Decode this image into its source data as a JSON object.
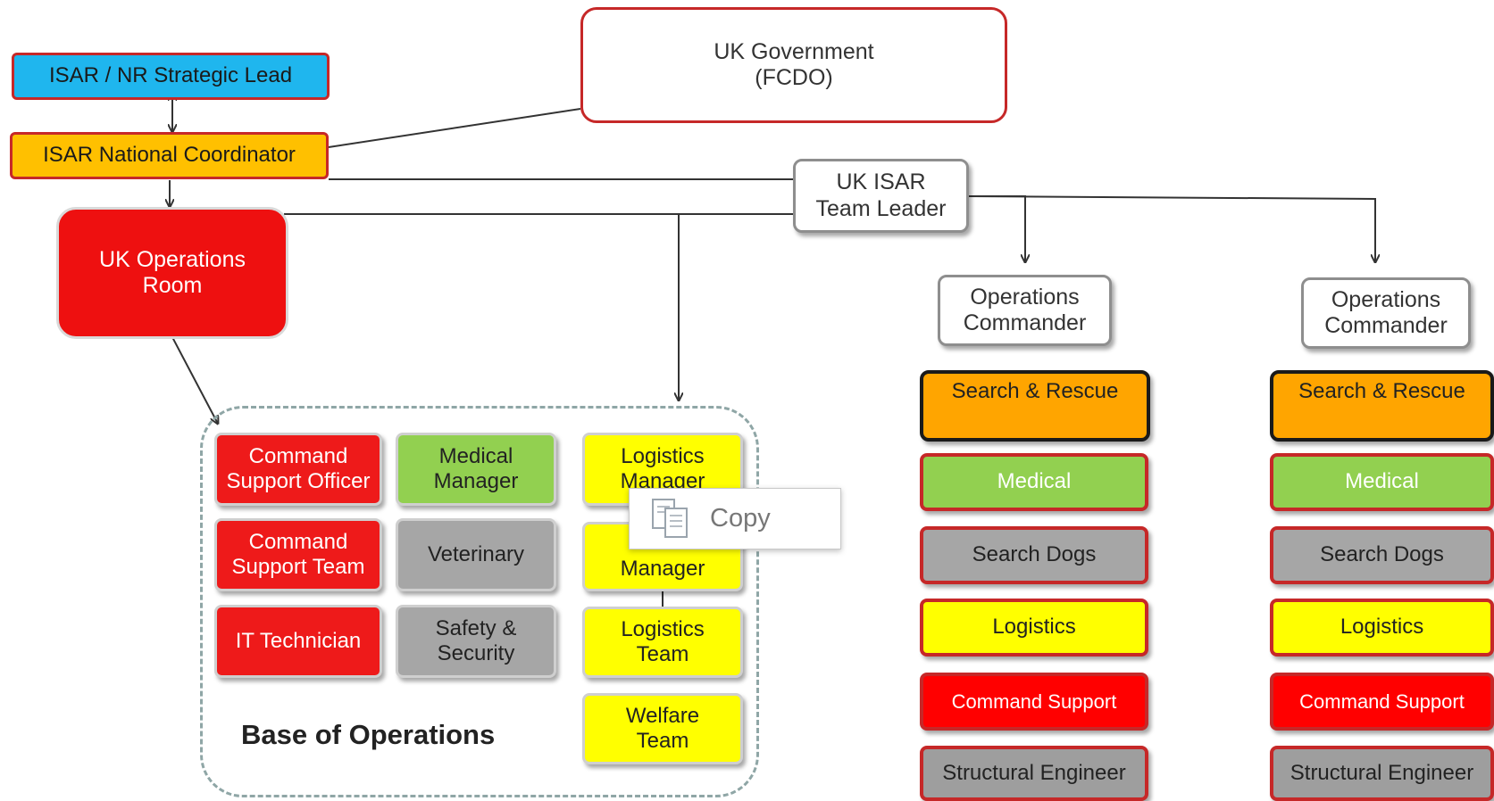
{
  "diagram": {
    "strategic_lead": "ISAR / NR Strategic Lead",
    "national_coordinator": "ISAR National Coordinator",
    "uk_government": "UK Government\n(FCDO)",
    "uk_ops_room": "UK Operations\nRoom",
    "team_leader": "UK ISAR\nTeam Leader",
    "base_of_operations": {
      "title": "Base of Operations",
      "units": [
        {
          "label": "Command\nSupport Officer",
          "color": "#ee1a1a"
        },
        {
          "label": "Medical\nManager",
          "color": "#92d050"
        },
        {
          "label": "Logistics\nManager",
          "color": "#ffff00"
        },
        {
          "label": "Command\nSupport Team",
          "color": "#ee1a1a"
        },
        {
          "label": "Veterinary",
          "color": "#a6a6a6"
        },
        {
          "label": "Manager",
          "color": "#ffff00"
        },
        {
          "label": "IT Technician",
          "color": "#ee1a1a"
        },
        {
          "label": "Safety &\nSecurity",
          "color": "#a6a6a6"
        },
        {
          "label": "Logistics\nTeam",
          "color": "#ffff00"
        },
        {
          "label": "Welfare\nTeam",
          "color": "#ffff00"
        }
      ]
    },
    "operations_commanders": [
      {
        "label": "Operations\nCommander",
        "units": [
          "Search & Rescue",
          "Medical",
          "Search Dogs",
          "Logistics",
          "Command Support",
          "Structural Engineer"
        ]
      },
      {
        "label": "Operations\nCommander",
        "units": [
          "Search & Rescue",
          "Medical",
          "Search Dogs",
          "Logistics",
          "Command Support",
          "Structural Engineer"
        ]
      }
    ]
  },
  "context_menu": {
    "copy_label": "Copy",
    "icon": "copy-icon"
  }
}
